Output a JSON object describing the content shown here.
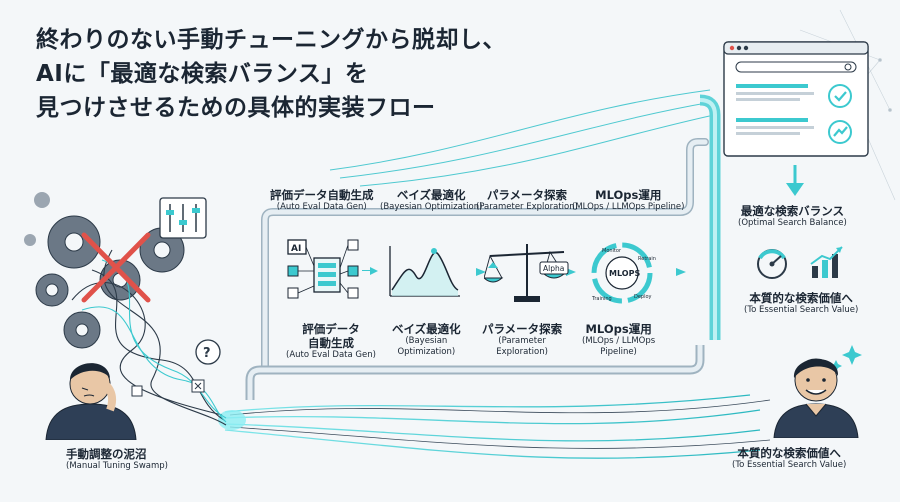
{
  "title": {
    "line1": "終わりのない手動チューニングから脱却し、",
    "line2": "AIに「最適な検索バランス」を",
    "line3": "見つけさせるための具体的実装フロー"
  },
  "top_steps": [
    {
      "jp": "評価データ自動生成",
      "en": "(Auto Eval Data Gen)"
    },
    {
      "jp": "ベイズ最適化",
      "en": "(Bayesian Optimization)"
    },
    {
      "jp": "パラメータ探索",
      "en": "(Parameter Exploration)"
    },
    {
      "jp": "MLOps運用",
      "en": "(MLOps / LLMOps Pipeline)"
    }
  ],
  "bottom_steps": [
    {
      "jp1": "評価データ",
      "jp2": "自動生成",
      "en1": "(Auto Eval Data Gen)",
      "en2": ""
    },
    {
      "jp1": "ベイズ最適化",
      "jp2": "",
      "en1": "(Bayesian",
      "en2": "Optimization)"
    },
    {
      "jp1": "パラメータ探索",
      "jp2": "",
      "en1": "(Parameter",
      "en2": "Exploration)"
    },
    {
      "jp1": "MLOps運用",
      "jp2": "",
      "en1": "(MLOps / LLMOps",
      "en2": "Pipeline)"
    }
  ],
  "left": {
    "jp": "手動調整の泥沼",
    "en": "(Manual Tuning Swamp)"
  },
  "right_top": {
    "jp": "最適な検索バランス",
    "en": "(Optimal Search Balance)"
  },
  "right_mid": {
    "jp": "本質的な検索価値へ",
    "en": "(To Essential Search Value)"
  },
  "right_bottom": {
    "jp": "本質的な検索価値へ",
    "en": "(To Essential Search Value)"
  },
  "icon_texts": {
    "ai_chip": "AI",
    "alpha": "Alpha",
    "mlops": "MLOPS",
    "monitor": "Monitor",
    "retrain": "Retrain",
    "training": "Training",
    "deploy": "Deploy"
  },
  "colors": {
    "accent": "#3cc9cf",
    "dark": "#1b2633",
    "alert": "#e0524a"
  }
}
